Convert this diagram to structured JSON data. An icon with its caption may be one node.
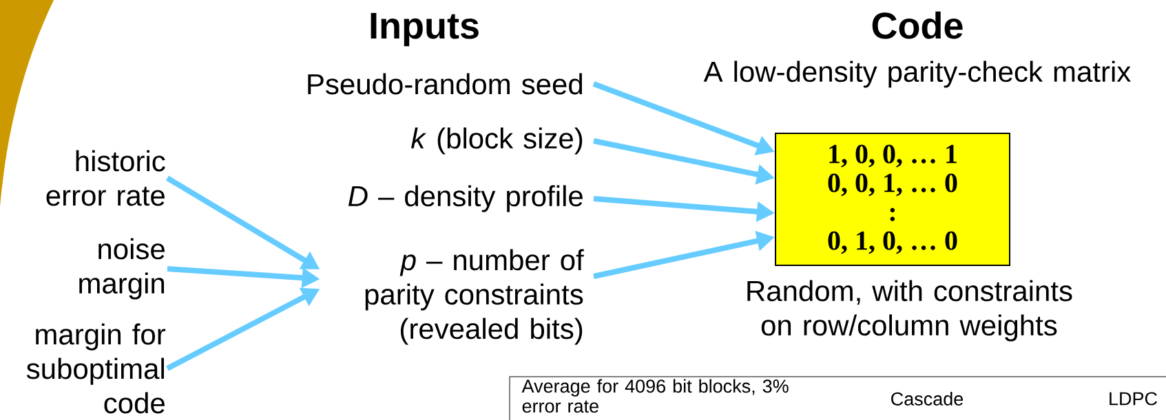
{
  "diagram": {
    "nodes": [
      {
        "text": [
          "Pseudo-random seed"
        ]
      },
      {
        "text": [
          "*k* (block size)"
        ]
      },
      {
        "text": [
          "*D* – density profile"
        ]
      },
      {
        "text": [
          "*p* – number of parity constraints (revealed bits)"
        ]
      },
      {
        "text": [
          "historic error rate"
        ]
      },
      {
        "text": [
          "noise margin"
        ]
      },
      {
        "text": [
          "margin for suboptimal code"
        ]
      },
      {
        "text": [
          "1, 0, 0, … 1",
          "0, 0, 1, … 0",
          ":",
          "0, 1, 0, … 0"
        ],
        "beside": [
          "A low-density parity-check matrix",
          "Random, with constraints on row/column weights"
        ]
      }
    ],
    "edges": [
      {
        "from": 0,
        "to": 7,
        "arrow": "to"
      },
      {
        "from": 1,
        "to": 7,
        "arrow": "to"
      },
      {
        "from": 2,
        "to": 7,
        "arrow": "to"
      },
      {
        "from": 3,
        "to": 7,
        "arrow": "to"
      },
      {
        "from": 4,
        "to": 3,
        "arrow": "to"
      },
      {
        "from": 5,
        "to": 3,
        "arrow": "to"
      },
      {
        "from": 6,
        "to": 3,
        "arrow": "to"
      }
    ],
    "labels": [
      "Inputs",
      "Code",
      "Average for 4096 bit blocks, 3% error rate",
      "Cascade",
      "LDPC"
    ]
  }
}
